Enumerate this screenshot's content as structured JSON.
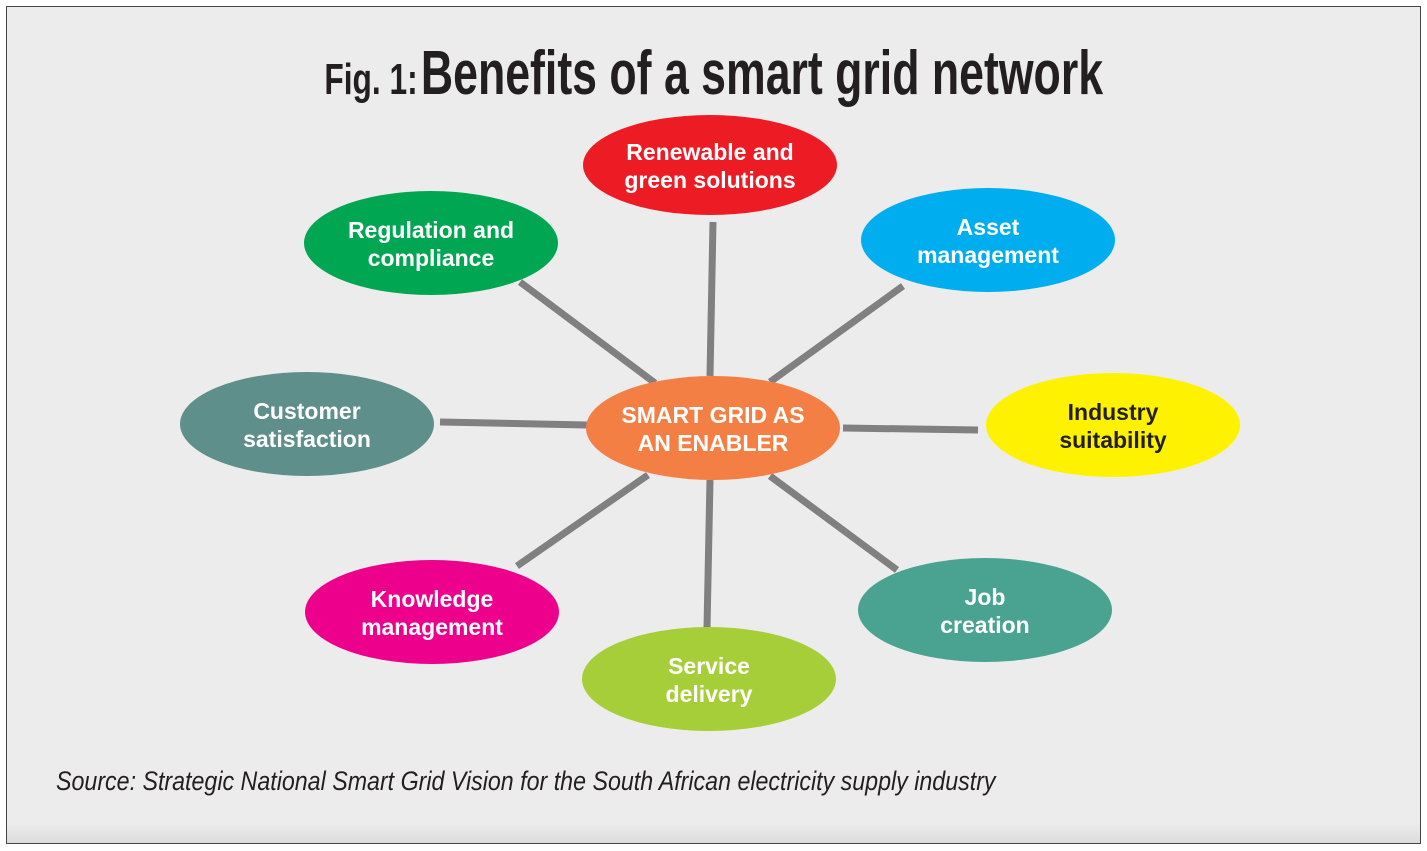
{
  "title": {
    "prefix": "Fig. 1:",
    "main": "Benefits of a smart grid network"
  },
  "center": {
    "lines": [
      "SMART GRID AS",
      "AN ENABLER"
    ],
    "color": "#f47f45"
  },
  "nodes": [
    {
      "id": "renewable",
      "lines": [
        "Renewable and",
        "green solutions"
      ],
      "color": "#ed1c24",
      "text_color": "#ffffff"
    },
    {
      "id": "regulation",
      "lines": [
        "Regulation and",
        "compliance"
      ],
      "color": "#00a651",
      "text_color": "#ffffff"
    },
    {
      "id": "asset",
      "lines": [
        "Asset",
        "management"
      ],
      "color": "#00aeef",
      "text_color": "#ffffff"
    },
    {
      "id": "customer",
      "lines": [
        "Customer",
        "satisfaction"
      ],
      "color": "#5f8f8a",
      "text_color": "#ffffff"
    },
    {
      "id": "industry",
      "lines": [
        "Industry",
        "suitability"
      ],
      "color": "#fff200",
      "text_color": "#231f20"
    },
    {
      "id": "knowledge",
      "lines": [
        "Knowledge",
        "management"
      ],
      "color": "#ec008c",
      "text_color": "#ffffff"
    },
    {
      "id": "service",
      "lines": [
        "Service",
        "delivery"
      ],
      "color": "#a6ce39",
      "text_color": "#ffffff"
    },
    {
      "id": "job",
      "lines": [
        "Job",
        "creation"
      ],
      "color": "#4aa391",
      "text_color": "#ffffff"
    }
  ],
  "connector_color": "#808080",
  "source": "Source: Strategic National Smart Grid Vision for the South African electricity supply industry"
}
